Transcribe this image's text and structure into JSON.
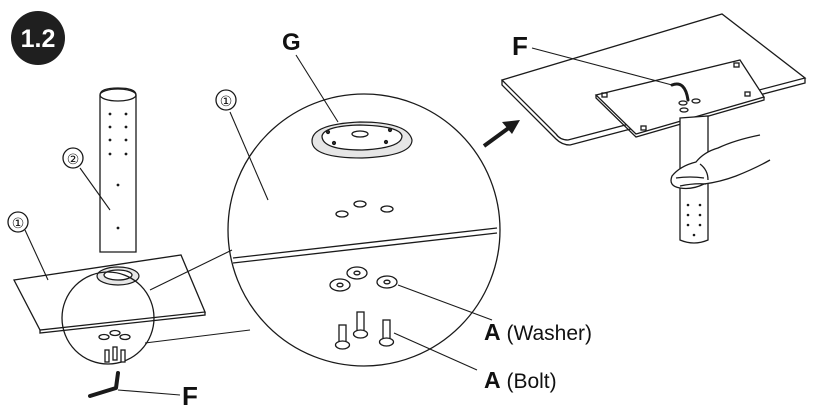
{
  "step": {
    "number": "1.2",
    "badge_color": "#1f1f1f"
  },
  "labels": {
    "part_1_left": "①",
    "part_2": "②",
    "part_1_zoom": "①",
    "part_g": "G",
    "part_f_bottom": "F",
    "part_f_right": "F",
    "washer_letter": "A",
    "washer_text": " (Washer)",
    "bolt_letter": "A",
    "bolt_text": " (Bolt)"
  },
  "icons": [
    "arrow-right-icon",
    "hand-icon",
    "allen-key-icon"
  ]
}
